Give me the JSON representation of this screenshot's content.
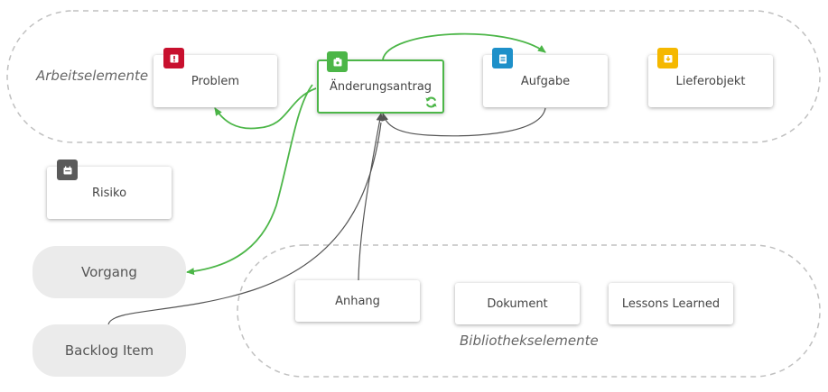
{
  "groups": {
    "work_items_label": "Arbeitselemente",
    "library_items_label": "Bibliothekselemente"
  },
  "nodes": {
    "problem": {
      "label": "Problem",
      "icon": "exclamation-icon",
      "color": "#c8102e"
    },
    "change_request": {
      "label": "Änderungsantrag",
      "icon": "change-request-icon",
      "color": "#4cb648"
    },
    "task": {
      "label": "Aufgabe",
      "icon": "clipboard-icon",
      "color": "#1e90c9"
    },
    "deliverable": {
      "label": "Lieferobjekt",
      "icon": "package-icon",
      "color": "#f5b800"
    },
    "risk": {
      "label": "Risiko",
      "icon": "risk-icon",
      "color": "#5a5a5a"
    },
    "attachment": {
      "label": "Anhang"
    },
    "document": {
      "label": "Dokument"
    },
    "lessons_learned": {
      "label": "Lessons Learned"
    }
  },
  "pills": {
    "process": "Vorgang",
    "backlog_item": "Backlog Item"
  },
  "colors": {
    "accent_green": "#4cb648",
    "connector_gray": "#555555",
    "group_border": "#c0c0c0"
  }
}
